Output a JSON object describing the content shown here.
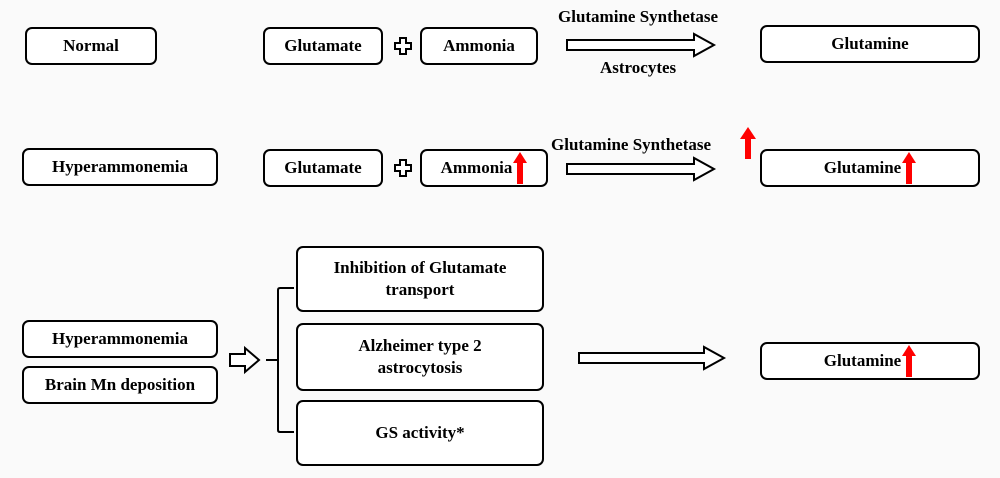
{
  "rows": {
    "normal": {
      "condition": "Normal",
      "substrate": "Glutamate",
      "reactant": "Ammonia",
      "enzyme": "Glutamine Synthetase",
      "location": "Astrocytes",
      "product": "Glutamine"
    },
    "hyperammonemia": {
      "condition": "Hyperammonemia",
      "substrate": "Glutamate",
      "reactant": "Ammonia",
      "enzyme": "Glutamine Synthetase",
      "product": "Glutamine"
    },
    "combined": {
      "condition_1": "Hyperammonemia",
      "condition_2": "Brain Mn deposition",
      "effects": [
        "Inhibition of Glutamate transport",
        "Alzheimer type 2 astrocytosis",
        "GS activity*"
      ],
      "product": "Glutamine"
    }
  },
  "colors": {
    "increase_arrow": "#ff0000",
    "border": "#000000"
  }
}
